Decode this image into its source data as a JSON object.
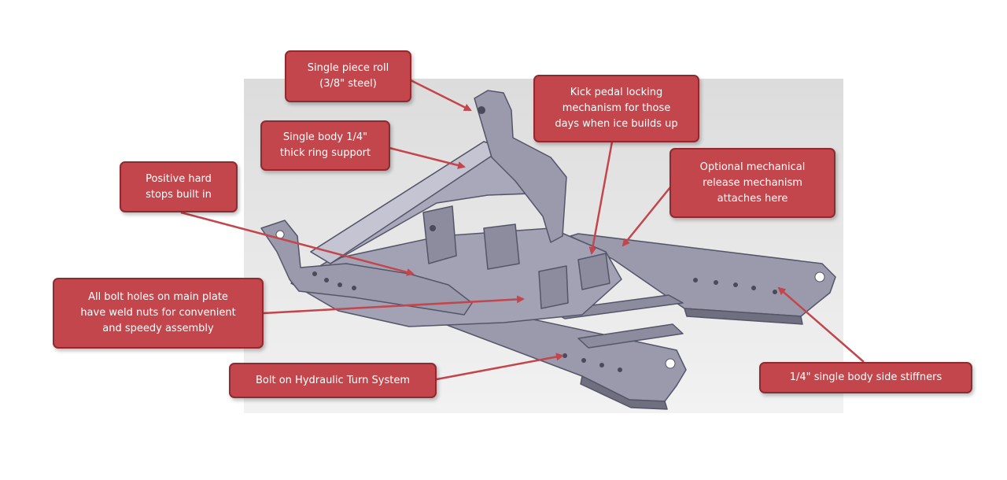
{
  "callouts": {
    "roll": "Single piece roll\n(3/8\" steel)",
    "ring": "Single body 1/4\"\nthick ring support",
    "stops": "Positive hard\nstops built in",
    "kick": "Kick pedal locking\nmechanism for those\ndays when ice builds up",
    "release": "Optional mechanical\nrelease mechanism\nattaches here",
    "bolts": "All bolt holes on main plate\nhave weld nuts for convenient\nand speedy assembly",
    "hydraulic": "Bolt on Hydraulic Turn System",
    "stiffners": "1/4\" single body side stiffners"
  },
  "colors": {
    "callout_fill": "#c2464b",
    "callout_border": "#8f2a2f",
    "frame_fill": "#9a9aac",
    "frame_dark": "#6f6f80",
    "backdrop": "#e4e4e4",
    "arrow": "#c2464b"
  }
}
